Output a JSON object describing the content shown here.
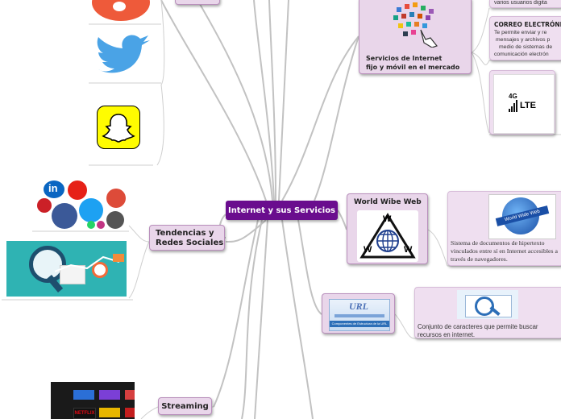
{
  "central": {
    "label": "Internet y sus Servicios"
  },
  "nodes": {
    "servicios": {
      "title_line1": "Servicios de Internet",
      "title_line2": "fijo y móvil en el mercado"
    },
    "www": {
      "title": "World Wibe Web",
      "logo_letters": [
        "W",
        "W",
        "W"
      ]
    },
    "www_desc": {
      "text": "Sistema de documentos de hipertexto vinculados entre sí en Internet accesibles a través de navegadores.",
      "badge": "World Wide Web"
    },
    "url_desc": {
      "text": "Conjunto de caracteres que permite buscar recursos en internet.",
      "image_title": "URL",
      "image_caption": "Componentes de Estructura de la URL"
    },
    "tendencias": {
      "title_line1": "Tendencias y",
      "title_line2": "Redes Sociales"
    },
    "streaming": {
      "title": "Streaming",
      "apps": [
        "NETFLIX"
      ]
    },
    "correo": {
      "title": "CORREO ELECTRÓNICO",
      "line1": "Te permite enviar y re",
      "line2": "mensajes y archivos p",
      "line3": "medio de sistemas de",
      "line4": "comunicación electrón"
    },
    "top_right": {
      "text": "varios usuarios digita"
    },
    "lte": {
      "top": "4G",
      "bottom": "LTE"
    }
  },
  "colors": {
    "central": "#6a0d8e",
    "node_bg": "#e9d6ea",
    "line": "#c0c0c0"
  }
}
